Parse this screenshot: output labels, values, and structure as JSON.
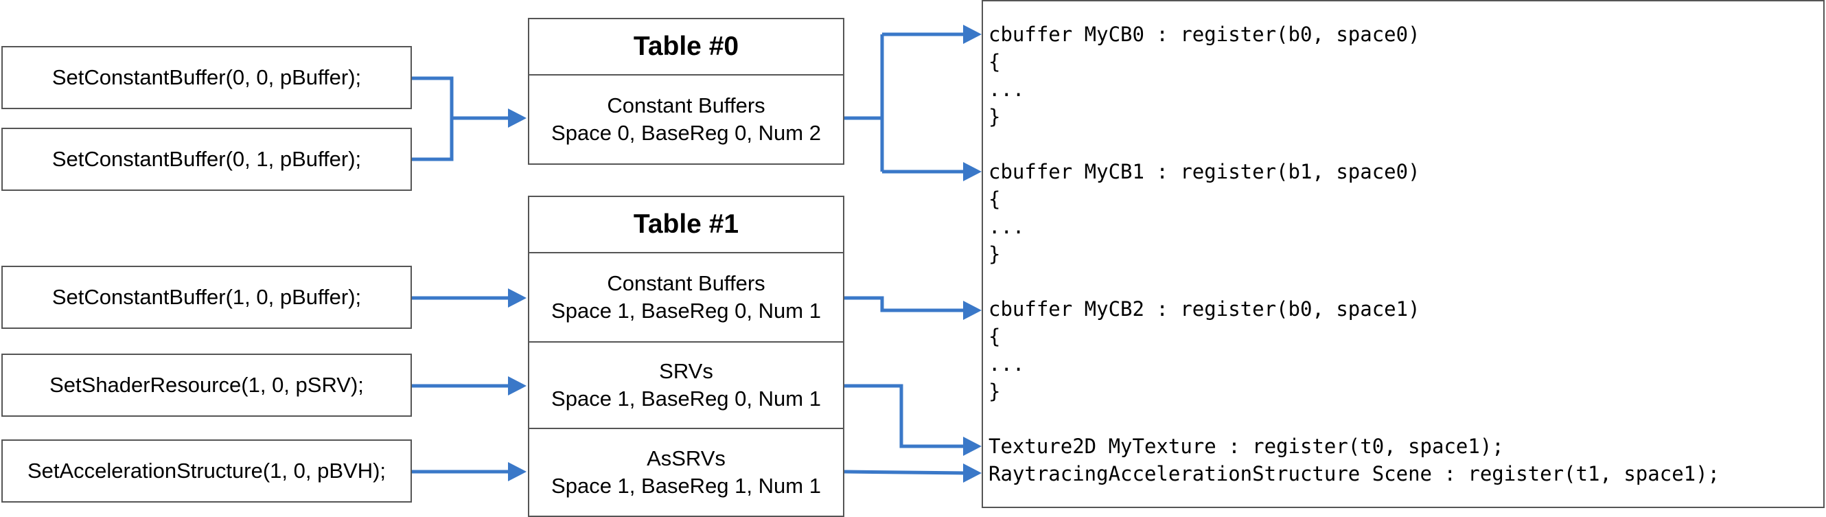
{
  "calls": [
    {
      "text": "SetConstantBuffer(0, 0, pBuffer);"
    },
    {
      "text": "SetConstantBuffer(0, 1, pBuffer);"
    },
    {
      "text": "SetConstantBuffer(1, 0, pBuffer);"
    },
    {
      "text": "SetShaderResource(1, 0, pSRV);"
    },
    {
      "text": "SetAccelerationStructure(1, 0, pBVH);"
    }
  ],
  "tables": [
    {
      "title": "Table #0",
      "ranges": [
        {
          "type": "Constant Buffers",
          "desc": "Space 0, BaseReg 0, Num 2"
        }
      ]
    },
    {
      "title": "Table #1",
      "ranges": [
        {
          "type": "Constant Buffers",
          "desc": "Space 1, BaseReg 0, Num 1"
        },
        {
          "type": "SRVs",
          "desc": "Space 1, BaseReg 0, Num 1"
        },
        {
          "type": "AsSRVs",
          "desc": "Space 1, BaseReg 1, Num 1"
        }
      ]
    }
  ],
  "code_lines": [
    "cbuffer MyCB0 : register(b0, space0)",
    "{",
    "...",
    "}",
    "cbuffer MyCB1 : register(b1, space0)",
    "{",
    "...",
    "}",
    "cbuffer MyCB2 : register(b0, space1)",
    "{",
    "...",
    "}",
    "Texture2D MyTexture : register(t0, space1);",
    "RaytracingAccelerationStructure Scene : register(t1, space1);"
  ],
  "colors": {
    "arrow": "#3a78c8",
    "border": "#555555"
  }
}
